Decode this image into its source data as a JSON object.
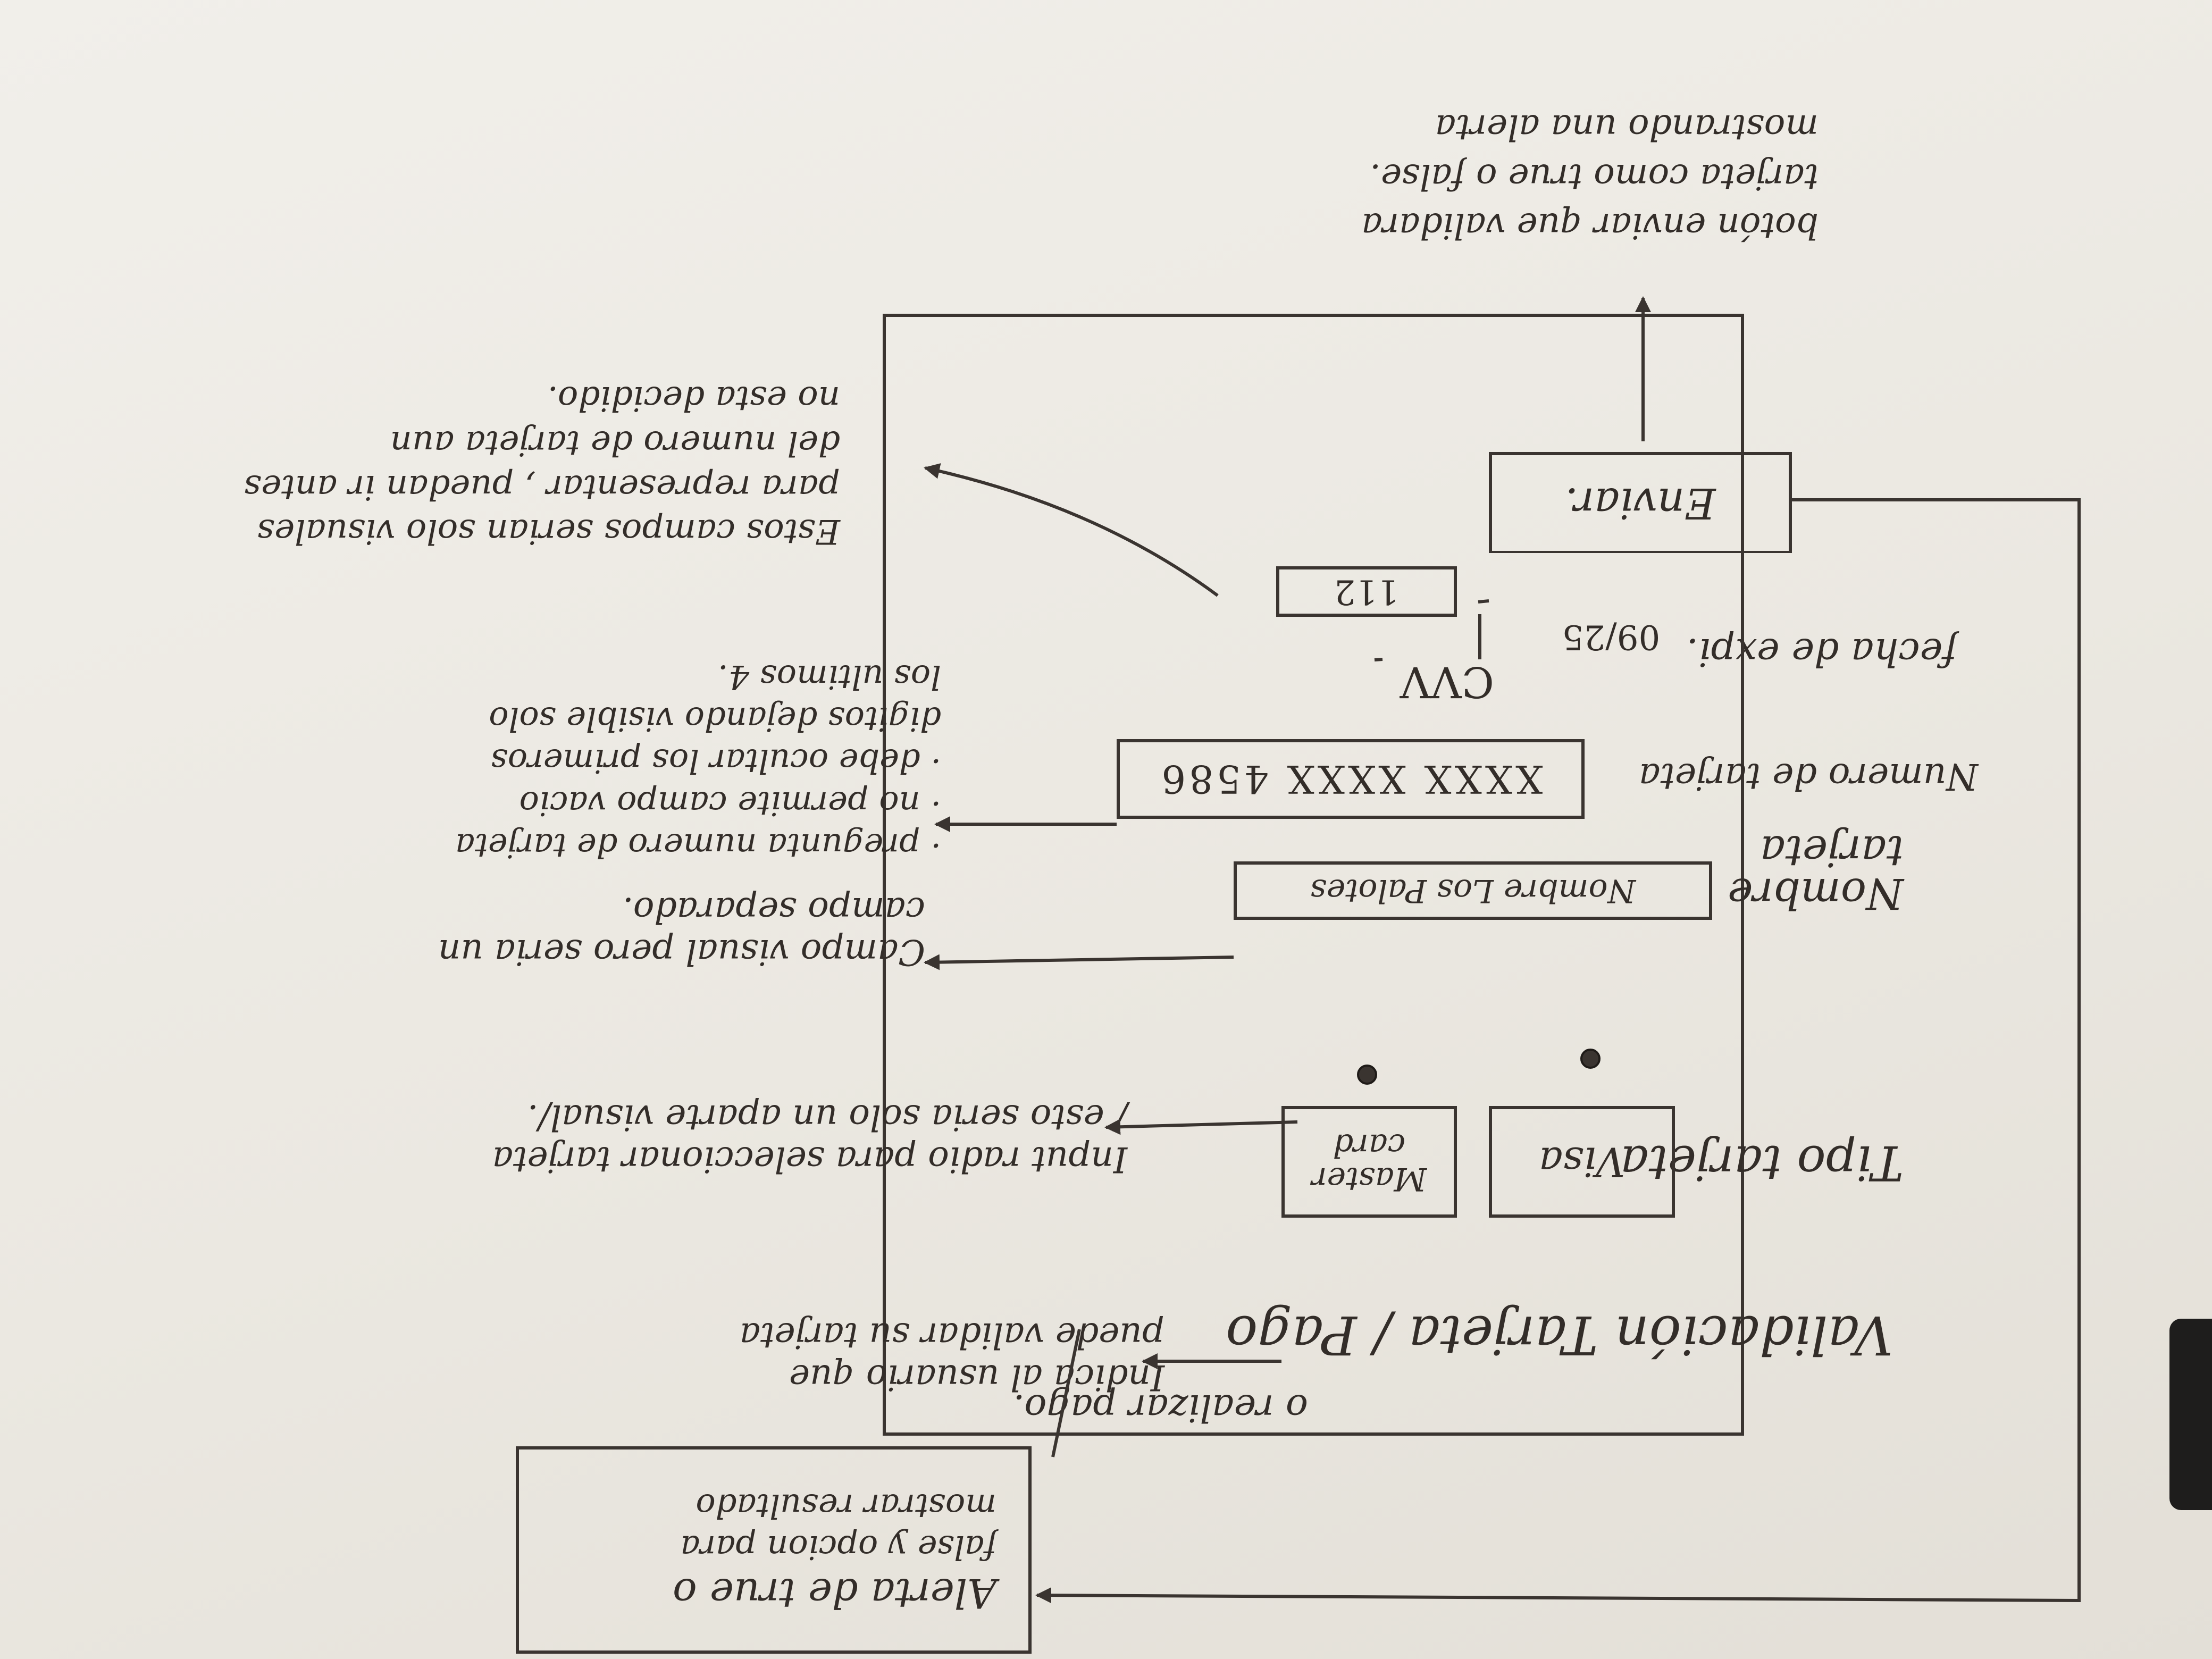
{
  "mockup": {
    "title": "Validación Tarjeta / Pago",
    "card_type_label": "Tipo tarjeta",
    "card_type_options": [
      "Visa",
      "Master card"
    ],
    "name_label": "Nombre tarjeta",
    "name_value": "Nombre Los Palotes",
    "card_number_label": "Numero de tarjeta",
    "card_number_value": "XXXX XXXX 4586",
    "expiry_label": "fecha de expi.",
    "expiry_value": "09/25",
    "cvv_label": "CVV",
    "cvv_value": "112",
    "submit_label": "Enviar."
  },
  "notes": {
    "title_note": [
      "Indica al usuario que",
      "puede validar su tarjeta"
    ],
    "radio_note": [
      "Input radio para seleccionar tarjeta",
      "/ esto seria solo un aparte visual/."
    ],
    "name_note": [
      "Campo visual pero seria un",
      "campo separado."
    ],
    "number_note": [
      "· pregunta numero de tarjeta",
      "· no permite campo vacio",
      "· debe ocultar los primeros",
      "digitos dejando visible solo",
      "los ultimos 4."
    ],
    "fields_note": [
      "Estos campos serian solo visuales",
      "para representar , puedan ir antes",
      "del numero de tarjeta aun",
      "no esta decidido."
    ],
    "submit_note": [
      "botón enviar que validara",
      "tarjeta como true o false.",
      "mostrando una alerta"
    ],
    "alert_box": [
      "Alerta de true o",
      "false y opcion para",
      "mostrar resultado"
    ],
    "alert_side_note": "o realizar pago."
  }
}
